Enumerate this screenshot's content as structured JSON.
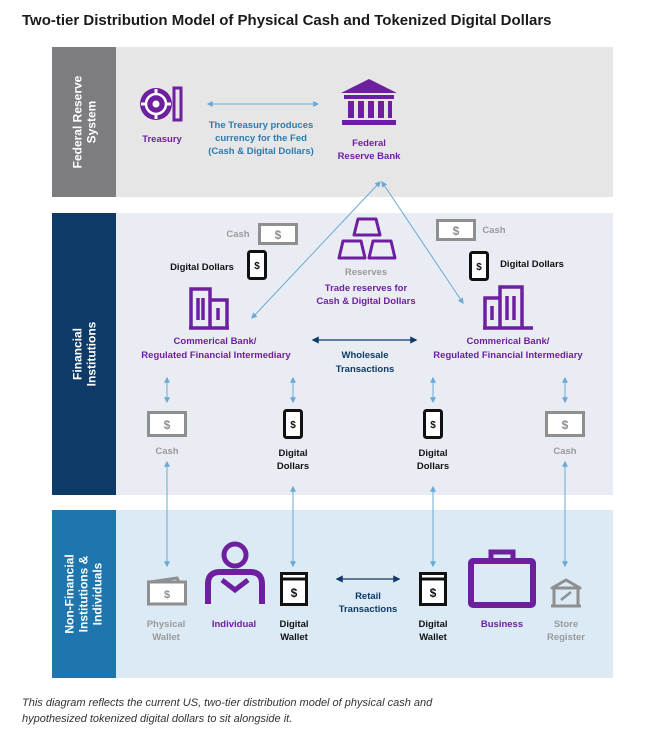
{
  "title": "Two-tier Distribution Model of Physical Cash and Tokenized Digital Dollars",
  "bands": {
    "fed": "Federal Reserve System",
    "fin": "Financial Institutions",
    "nonfin": "Non-Financial Institutions & Individuals"
  },
  "fed": {
    "treasury": "Treasury",
    "treasury_note_1": "The Treasury produces",
    "treasury_note_2": "currency for the Fed",
    "treasury_note_3": "(Cash & Digital Dollars)",
    "bank_1": "Federal",
    "bank_2": "Reserve Bank"
  },
  "fin": {
    "cash_left": "Cash",
    "dd_left": "Digital Dollars",
    "cash_right": "Cash",
    "dd_right": "Digital Dollars",
    "reserves": "Reserves",
    "reserves_note_1": "Trade reserves for",
    "reserves_note_2": "Cash & Digital Dollars",
    "bank_left_1": "Commerical Bank/",
    "bank_left_2": "Regulated Financial Intermediary",
    "bank_right_1": "Commerical Bank/",
    "bank_right_2": "Regulated Financial Intermediary",
    "wholesale_1": "Wholesale",
    "wholesale_2": "Transactions",
    "lower_cash_left": "Cash",
    "lower_dd_left_1": "Digital",
    "lower_dd_left_2": "Dollars",
    "lower_dd_right_1": "Digital",
    "lower_dd_right_2": "Dollars",
    "lower_cash_right": "Cash"
  },
  "nonfin": {
    "phys_wallet_1": "Physical",
    "phys_wallet_2": "Wallet",
    "individual": "Individual",
    "dw_left_1": "Digital",
    "dw_left_2": "Wallet",
    "retail_1": "Retail",
    "retail_2": "Transactions",
    "dw_right_1": "Digital",
    "dw_right_2": "Wallet",
    "business": "Business",
    "register_1": "Store",
    "register_2": "Register"
  },
  "footer_1": "This diagram reflects the current US, two-tier distribution model of physical cash and",
  "footer_2": "hypothesized tokenized digital dollars to sit alongside it.",
  "colors": {
    "purple": "#6e1fa0",
    "arrow_blue": "#6aa9d6",
    "grey_icon": "#8f8f8f",
    "fed_band": "#7d7d80",
    "fin_band": "#0e3a67",
    "nonfin_band": "#1f76ad"
  },
  "icons": [
    "treasury-icon",
    "federal-bank-icon",
    "cash-icon",
    "phone-icon",
    "gold-bars-icon",
    "building-icon",
    "wallet-icon",
    "person-icon",
    "digital-wallet-icon",
    "briefcase-icon",
    "store-register-icon"
  ]
}
